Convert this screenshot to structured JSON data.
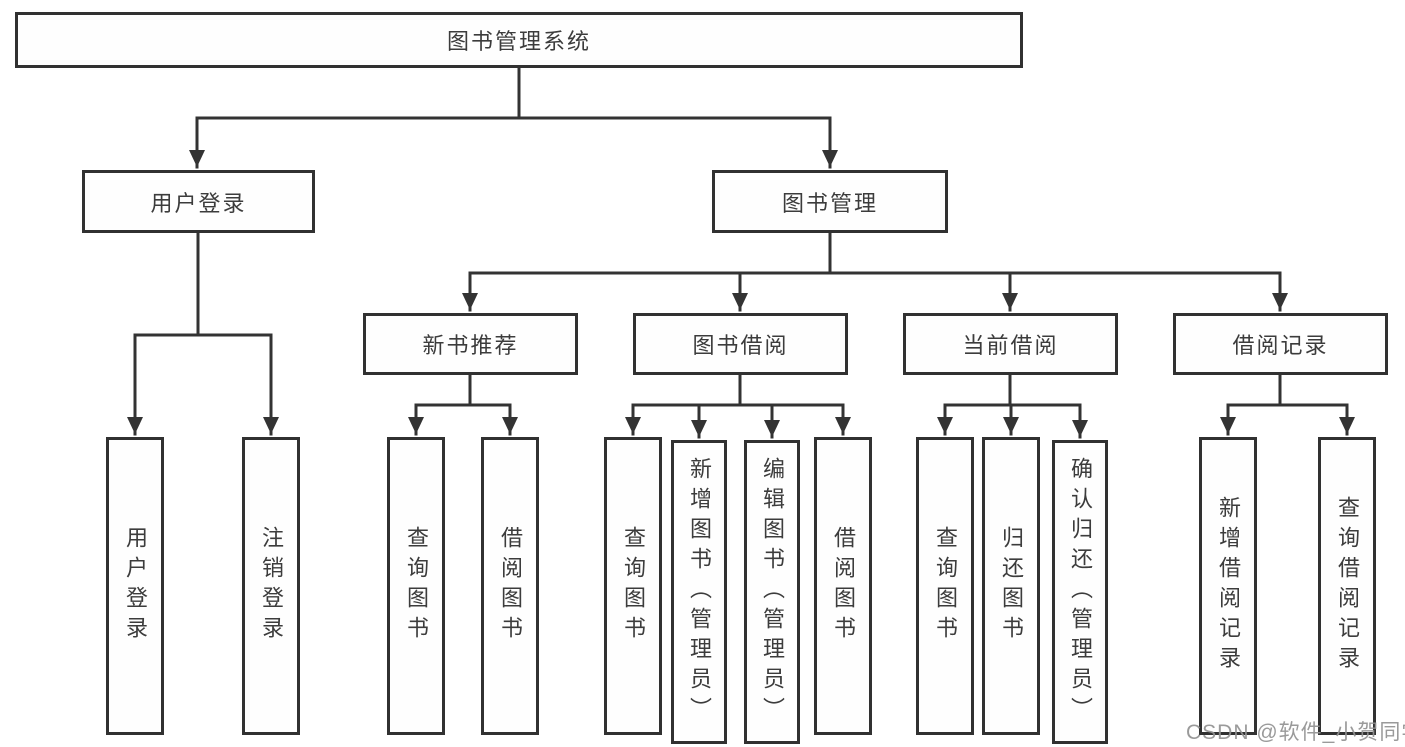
{
  "diagram": {
    "root": {
      "label": "图书管理系统"
    },
    "level1": {
      "user_login": {
        "label": "用户登录"
      },
      "book_management": {
        "label": "图书管理"
      }
    },
    "level2": {
      "new_book_recommend": {
        "label": "新书推荐"
      },
      "book_borrow": {
        "label": "图书借阅"
      },
      "current_borrow": {
        "label": "当前借阅"
      },
      "borrow_records": {
        "label": "借阅记录"
      }
    },
    "leaves": {
      "login": {
        "label": "用户登录",
        "parent": "用户登录"
      },
      "logout": {
        "label": "注销登录",
        "parent": "用户登录"
      },
      "nb_query_book": {
        "label": "查询图书",
        "parent": "新书推荐"
      },
      "nb_borrow_book": {
        "label": "借阅图书",
        "parent": "新书推荐"
      },
      "bw_query_book": {
        "label": "查询图书",
        "parent": "图书借阅"
      },
      "bw_add_book_admin": {
        "label": "新增图书（管理员）",
        "parent": "图书借阅"
      },
      "bw_edit_book_admin": {
        "label": "编辑图书（管理员）",
        "parent": "图书借阅"
      },
      "bw_borrow_book": {
        "label": "借阅图书",
        "parent": "图书借阅"
      },
      "cur_query_book": {
        "label": "查询图书",
        "parent": "当前借阅"
      },
      "cur_return_book": {
        "label": "归还图书",
        "parent": "当前借阅"
      },
      "cur_confirm_return_admin": {
        "label": "确认归还（管理员）",
        "parent": "当前借阅"
      },
      "rec_add_record": {
        "label": "新增借阅记录",
        "parent": "借阅记录"
      },
      "rec_query_record": {
        "label": "查询借阅记录",
        "parent": "借阅记录"
      }
    }
  },
  "watermark": {
    "text": "CSDN @软件_小贺同学"
  },
  "colors": {
    "line": "#333333",
    "box_border": "#313131",
    "box_background": "#fefefe",
    "text": "#3c3c3c",
    "watermark": "#919191"
  }
}
